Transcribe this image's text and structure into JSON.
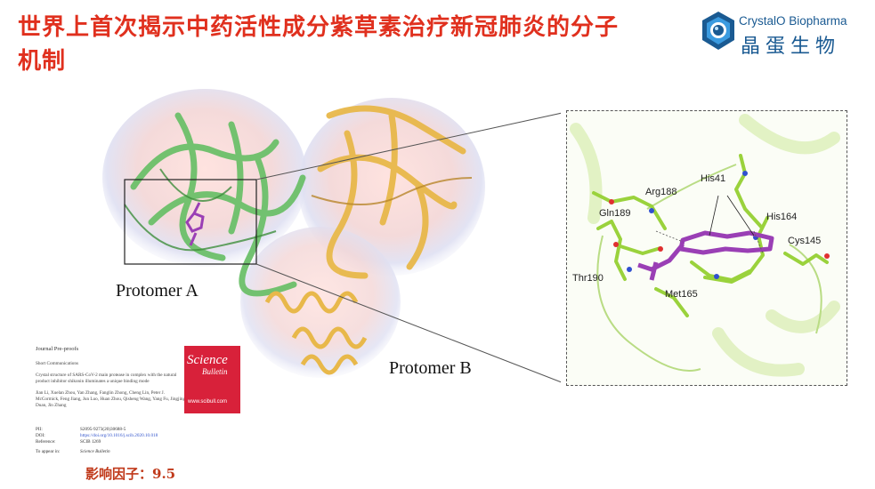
{
  "slide": {
    "title": "世界上首次揭示中药活性成分紫草素治疗新冠肺炎的分子机制",
    "impact_factor": "影响因子：9.5"
  },
  "logo": {
    "name_en": "CrystalO Biopharma",
    "name_cn": "晶蛋生物",
    "color": "#1a5a92"
  },
  "figure": {
    "protomer_a": "Protomer A",
    "protomer_b": "Protomer B",
    "residues": [
      "His41",
      "Arg188",
      "Gln189",
      "His164",
      "Cys145",
      "Thr190",
      "Met165"
    ]
  },
  "paper": {
    "journal_status": "Journal Pre-proofs",
    "section": "Short Communications",
    "title": "Crystal structure of SARS-CoV-2 main protease in complex with the natural product inhibitor shikonin illuminates a unique binding mode",
    "authors": "Jian Li, Xuelan Zhou, Yan Zhang, Fanglin Zhong, Cheng Lin, Peter J. McCormick, Feng Jiang, Jun Luo, Huan Zhou, Qisheng Wang, Yang Fu, Jingjing Duan, Jin Zhang",
    "pii_label": "PII:",
    "pii": "S2095-9273(20)30688-5",
    "doi_label": "DOI:",
    "doi": "https://doi.org/10.1016/j.scib.2020.10.018",
    "ref_label": "Reference:",
    "ref": "SCIB 1269",
    "appear_label": "To appear in:",
    "appear": "Science Bulletin"
  },
  "cover": {
    "title1": "Science",
    "title2": "Bulletin",
    "url": "www.scibull.com",
    "color": "#d8213a"
  },
  "colors": {
    "title": "#e0301e",
    "protomer_a": "#6cc06a",
    "protomer_b": "#e8b84a",
    "ligand": "#9a3fb5",
    "stick": "#9ad23c"
  }
}
